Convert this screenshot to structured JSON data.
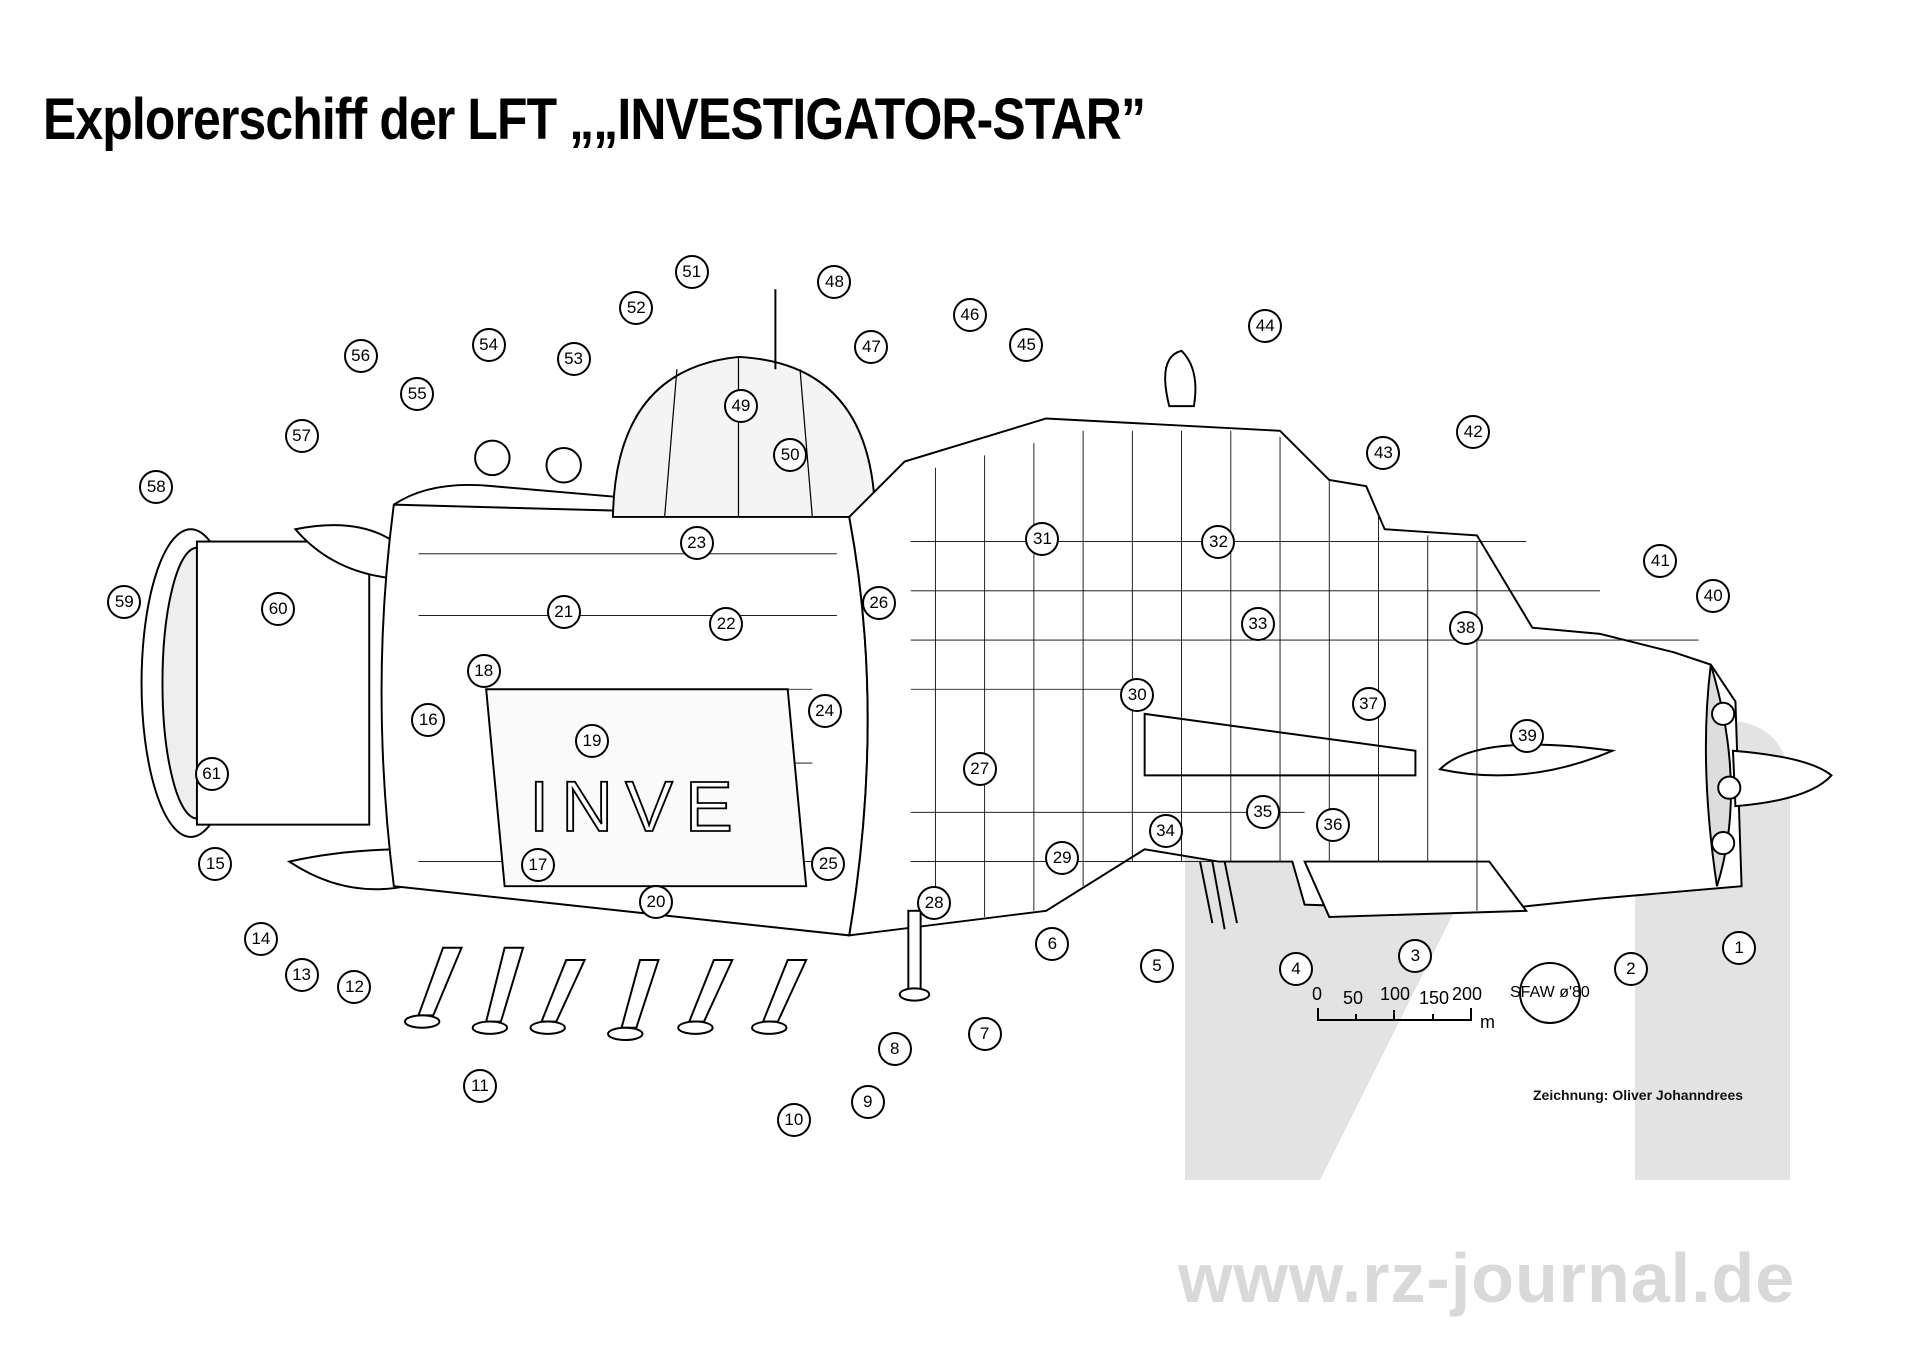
{
  "title": "Explorerschiff der LFT „„INVESTIGATOR-STAR”",
  "hull_lettering": "INVE",
  "callouts": [
    "1",
    "2",
    "3",
    "4",
    "5",
    "6",
    "7",
    "8",
    "9",
    "10",
    "11",
    "12",
    "13",
    "14",
    "15",
    "16",
    "17",
    "18",
    "19",
    "20",
    "21",
    "22",
    "23",
    "24",
    "25",
    "26",
    "27",
    "28",
    "29",
    "30",
    "31",
    "32",
    "33",
    "34",
    "35",
    "36",
    "37",
    "38",
    "39",
    "40",
    "41",
    "42",
    "43",
    "44",
    "45",
    "46",
    "47",
    "48",
    "49",
    "50",
    "51",
    "52",
    "53",
    "54",
    "55",
    "56",
    "57",
    "58",
    "59",
    "60",
    "61"
  ],
  "scale_bar": {
    "ticks": [
      "0",
      "50",
      "100",
      "150",
      "200"
    ],
    "unit": "m"
  },
  "signature": "SFAW ø'80",
  "credit": "Zeichnung: Oliver Johanndrees",
  "watermark": {
    "logo": "rz",
    "url": "www.rz-journal.de"
  },
  "colors": {
    "ink": "#000000",
    "watermark": "#d9d9d9"
  }
}
